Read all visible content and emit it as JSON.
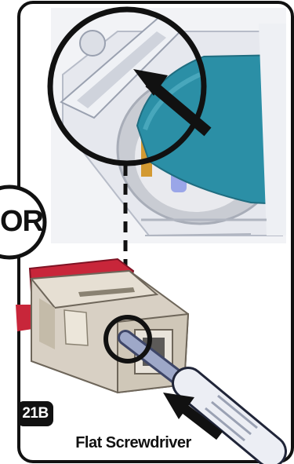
{
  "or_label": "OR",
  "step_badge": "21B",
  "tool_caption": "Flat Screwdriver",
  "colors": {
    "border": "#111111",
    "connector_beige": "#d8d0c4",
    "connector_latch_red": "#c8263a",
    "cable_teal": "#2b8fa6",
    "screwdriver_shaft": "#9ea8c8",
    "badge_bg": "#111111"
  }
}
